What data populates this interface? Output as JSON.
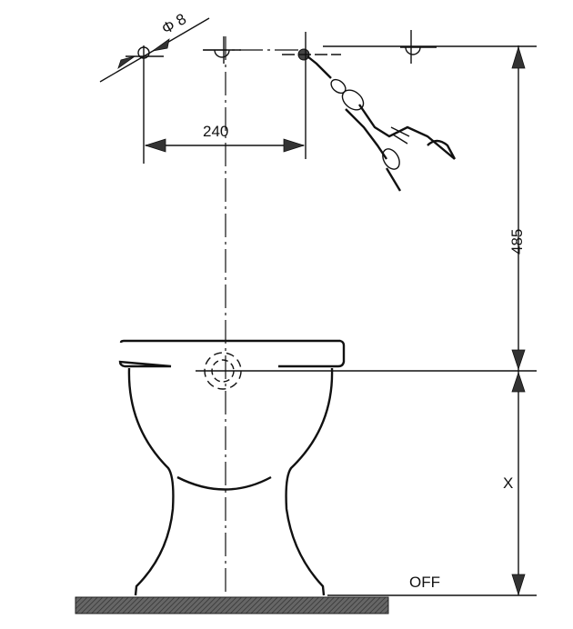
{
  "labels": {
    "hole_diameter": "Φ 8",
    "hole_spacing": "240",
    "height_to_holes": "485",
    "height_variable": "X",
    "floor_reference": "OFF"
  },
  "colors": {
    "ink": "#111111",
    "floor": "#555555"
  }
}
